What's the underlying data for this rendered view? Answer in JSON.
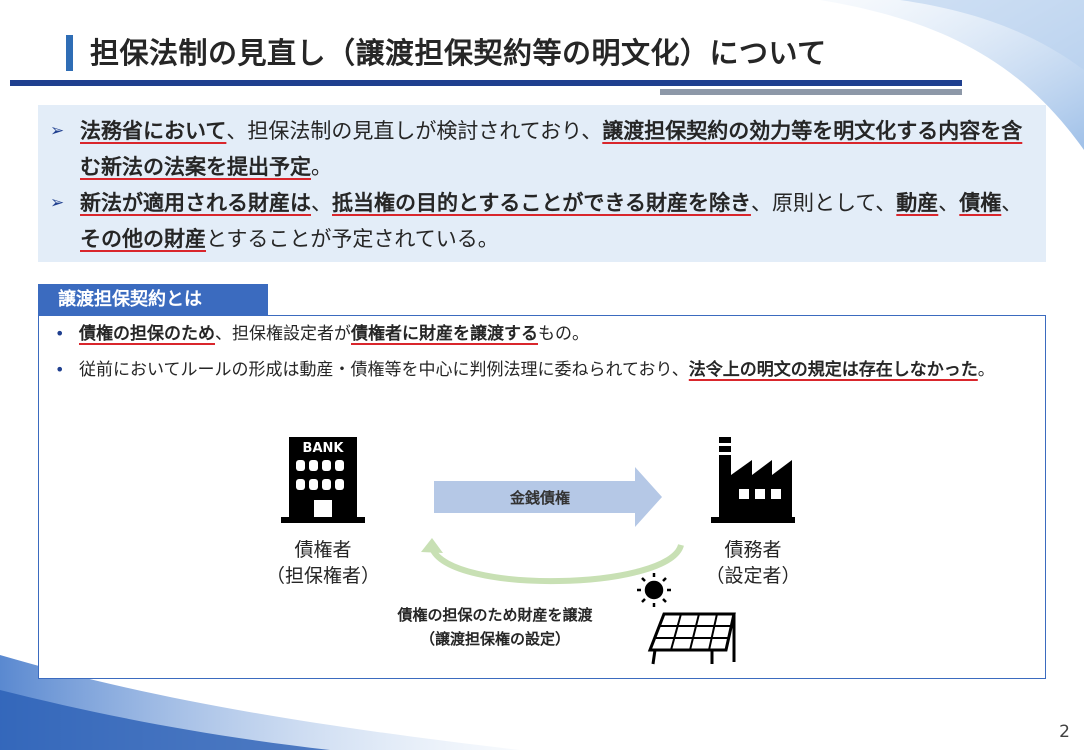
{
  "title": "担保法制の見直し（譲渡担保契約等の明文化）について",
  "summary": {
    "bullet1": {
      "mark": "➢",
      "b1": "法務省において",
      "t1": "、担保法制の見直しが検討されており、",
      "b2": "譲渡担保契約の効力等を明文化する内容を含む新法の法案を提出予定",
      "t2": "。"
    },
    "bullet2": {
      "mark": "➢",
      "b1": "新法が適用される財産は",
      "t1": "、",
      "b2": "抵当権の目的とすることができる財産を除き",
      "t2": "、原則として、",
      "b3": "動産",
      "t3": "、",
      "b4": "債権",
      "t4": "、",
      "b5": "その他の財産",
      "t5": "とすることが予定されている。"
    }
  },
  "definition": {
    "heading": "譲渡担保契約とは",
    "line1": {
      "mark": "•",
      "b1": "債権の担保のため",
      "t1": "、担保権設定者が",
      "b2": "債権者に財産を譲渡する",
      "t2": "もの。"
    },
    "line2": {
      "mark": "•",
      "t1": "従前においてルールの形成は動産・債権等を中心に判例法理に委ねられており、",
      "b1": "法令上の明文の規定は存在しなかった",
      "t2": "。"
    }
  },
  "diagram": {
    "bank_sign": "BANK",
    "creditor": "債権者",
    "creditor_sub": "（担保権者）",
    "debtor": "債務者",
    "debtor_sub": "（設定者）",
    "arrow_label": "金銭債権",
    "caption1": "債権の担保のため財産を譲渡",
    "caption2": "（譲渡担保権の設定）"
  },
  "page_number": "2"
}
